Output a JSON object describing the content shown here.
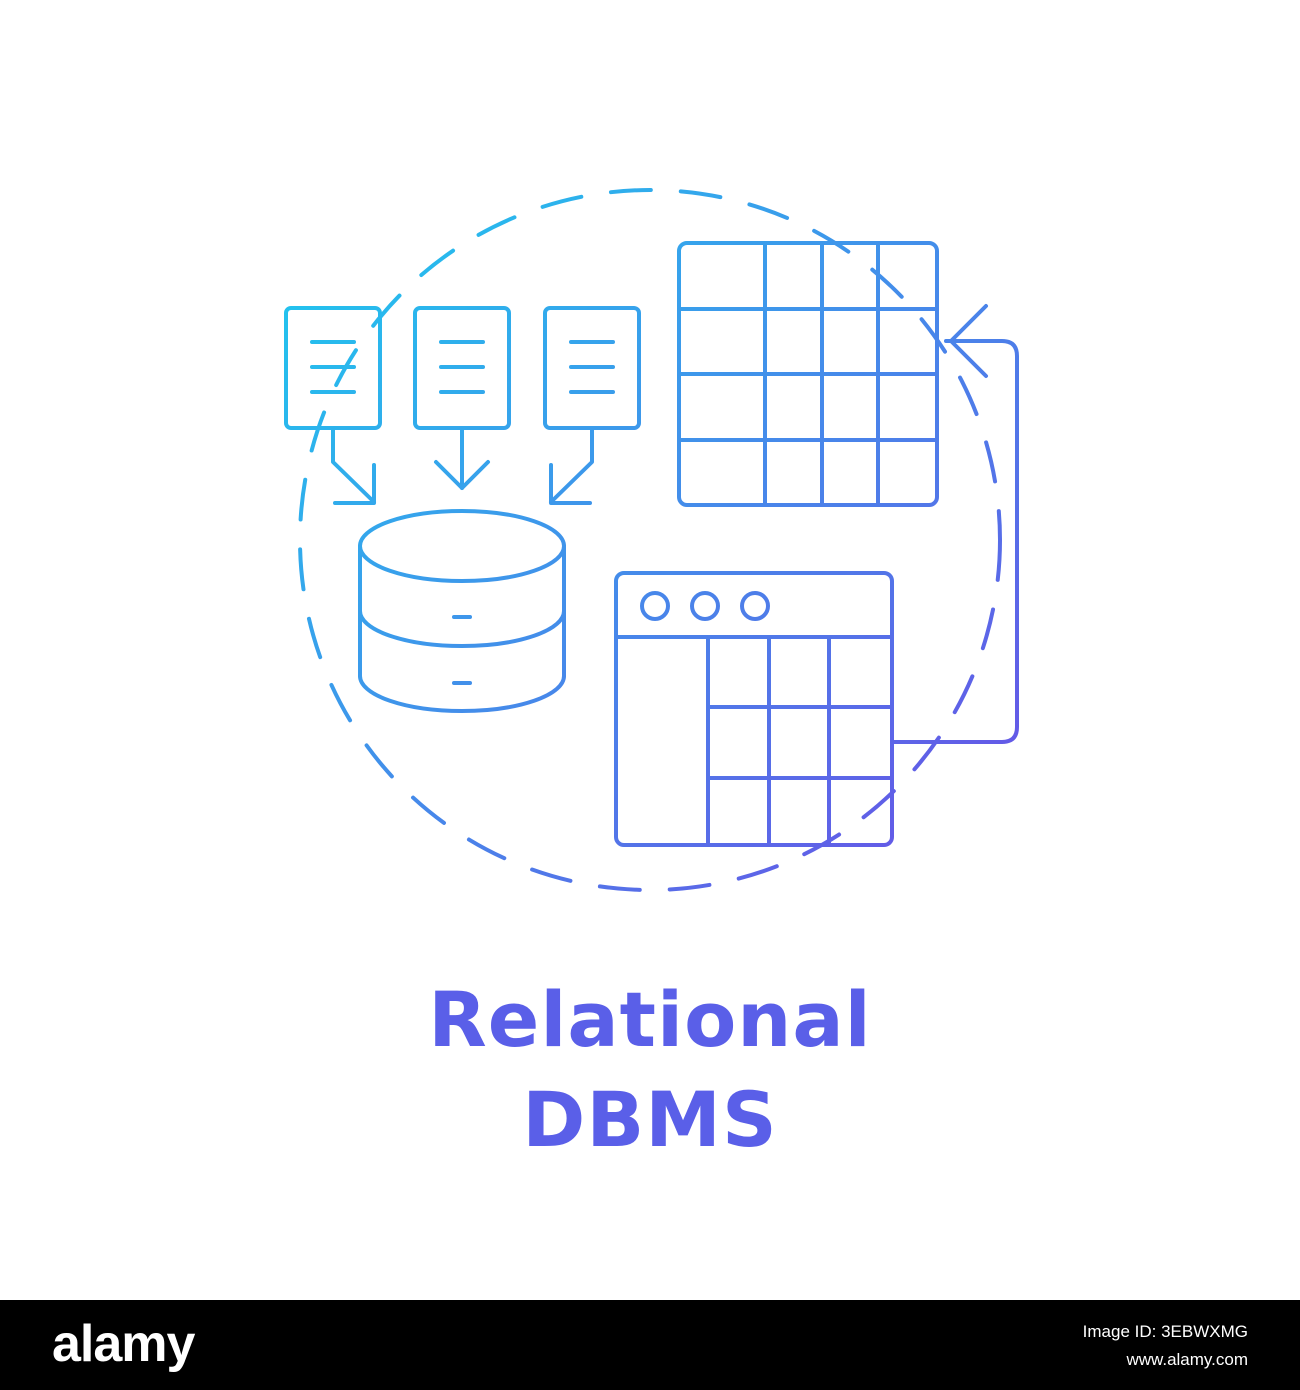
{
  "caption": {
    "line1": "Relational",
    "line2": "DBMS"
  },
  "colors": {
    "gradient_start": "#1fc8ee",
    "gradient_end": "#6a4fe6",
    "caption": "#5a5fe8",
    "footer_background": "#000000",
    "footer_text": "#ffffff"
  },
  "icons": [
    "dashed-circle",
    "document-icon",
    "down-arrow-icon",
    "database-cylinder-icon",
    "grid-table-icon",
    "browser-window-table-icon",
    "return-arrow-icon"
  ],
  "footer": {
    "logo": "alamy",
    "image_id": "Image ID: 3EBWXMG",
    "site": "www.alamy.com"
  }
}
